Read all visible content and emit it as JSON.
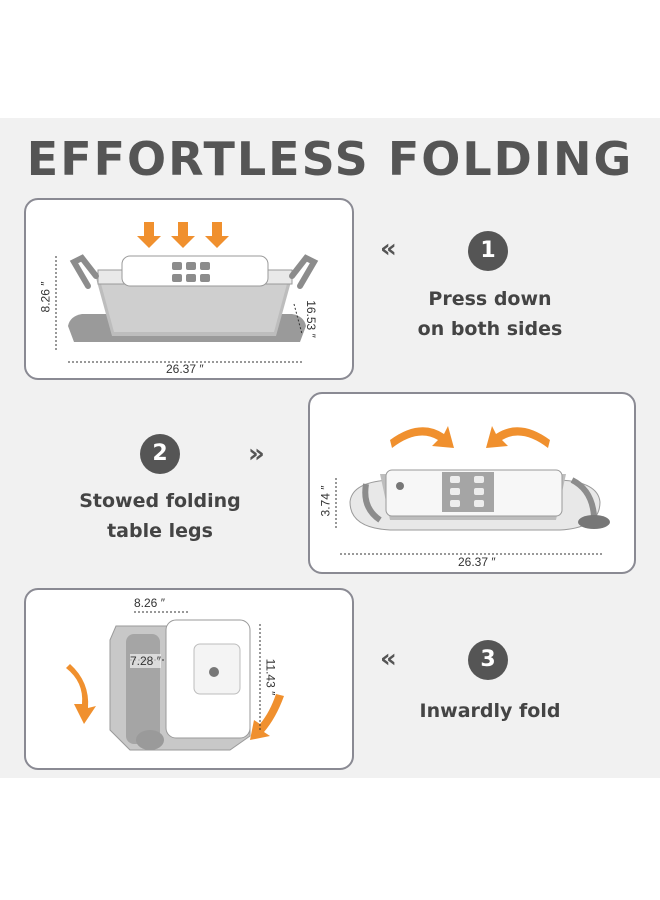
{
  "title": "EFFORTLESS FOLDING",
  "colors": {
    "panel": "#f1f1f1",
    "badge": "#555555",
    "accent_arrow": "#f0902e",
    "card_border": "#8a8a93"
  },
  "steps": [
    {
      "number": "1",
      "chevron": "«",
      "caption_line1": "Press down",
      "caption_line2": "on both sides",
      "dims": {
        "height": "8.26",
        "depth": "16.53",
        "width": "26.37"
      }
    },
    {
      "number": "2",
      "chevron": "»",
      "caption_line1": "Stowed folding",
      "caption_line2": "table legs",
      "dims": {
        "height": "3.74",
        "width": "26.37"
      }
    },
    {
      "number": "3",
      "chevron": "«",
      "caption_line1": "Inwardly fold",
      "dims": {
        "width": "8.26",
        "inner": "7.28",
        "height": "11.43"
      }
    }
  ],
  "inch_mark": "″"
}
